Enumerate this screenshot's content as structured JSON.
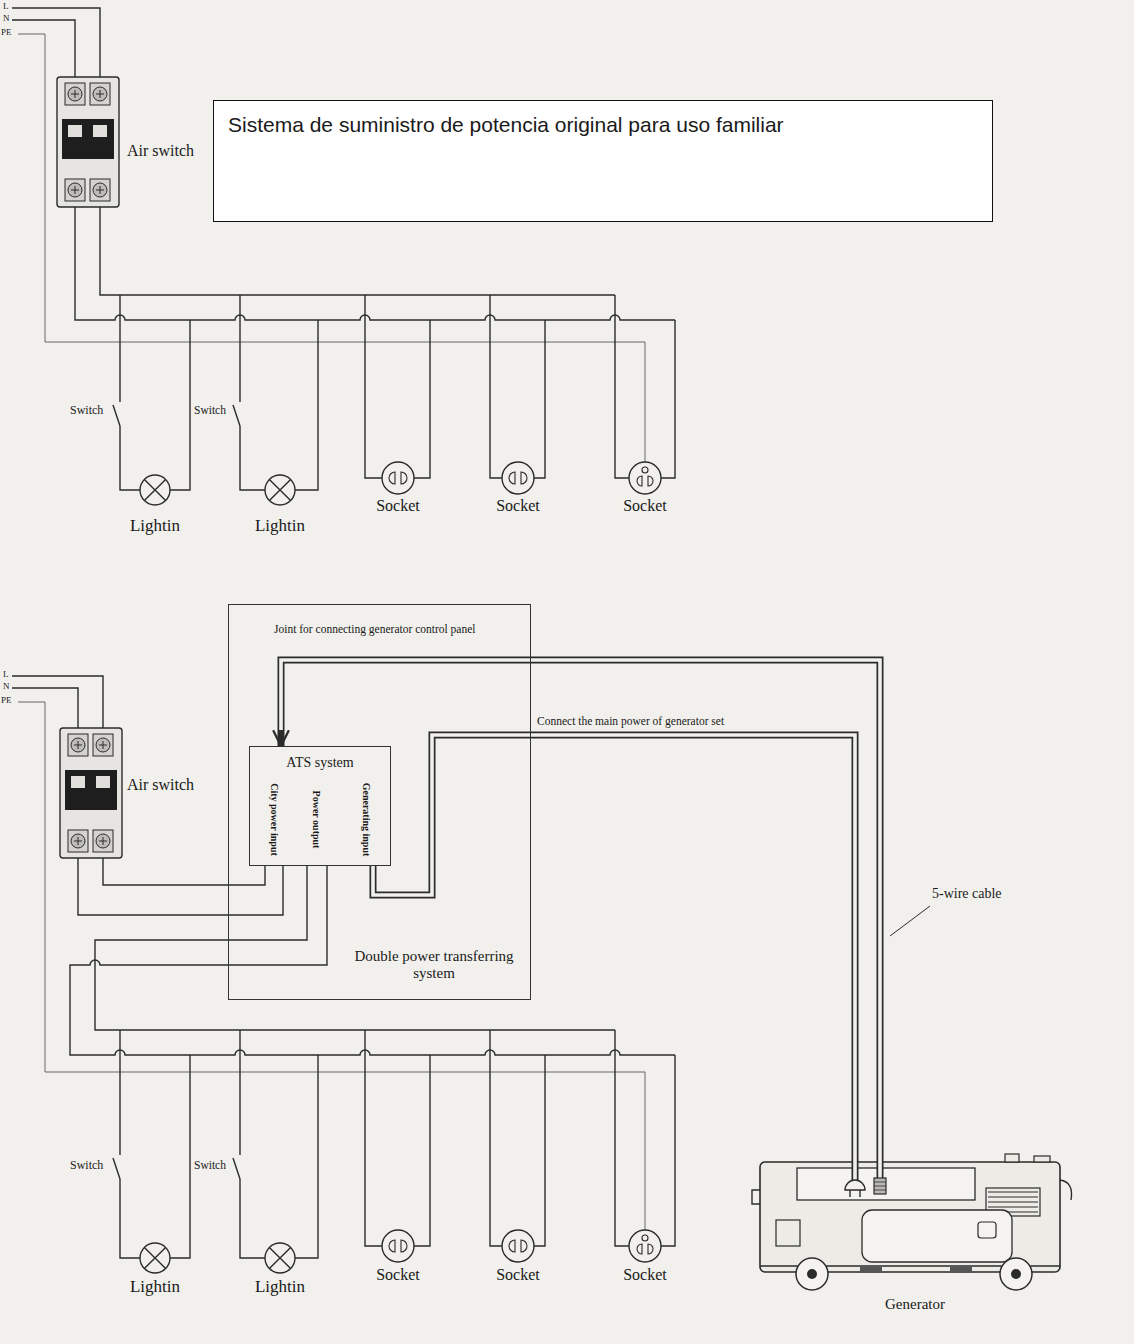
{
  "diagram": {
    "nodes": [
      {
        "text": [
          "Sistema de suministro de potencia original para uso familiar"
        ]
      },
      {
        "text": [
          "Double power transferring system"
        ]
      },
      {
        "text": [
          "ATS system",
          "City power input",
          "Power output",
          "Generating input"
        ],
        "in": 1
      },
      {
        "text": [
          "Generator"
        ]
      }
    ],
    "edges": [
      {
        "from": 3,
        "to": 2,
        "arrow": "to",
        "label": "Joint for connecting generator control panel"
      },
      {
        "from": 2,
        "to": 3,
        "arrow": "none",
        "label": "Connect the main power of generator set"
      }
    ],
    "labels": [
      "L",
      "N",
      "PE",
      "Air switch",
      "Switch",
      "Switch",
      "Lightin",
      "Lightin",
      "Socket",
      "Socket",
      "Socket",
      "L",
      "N",
      "PE",
      "Air switch",
      "Switch",
      "Switch",
      "Lightin",
      "Lightin",
      "Socket",
      "Socket",
      "Socket",
      "5-wire cable"
    ]
  }
}
